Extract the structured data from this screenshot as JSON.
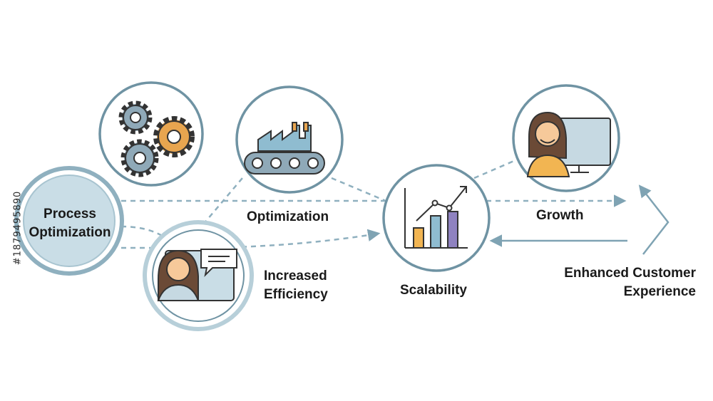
{
  "nodes": {
    "process_optimization": [
      "Process",
      "Optimization"
    ],
    "optimization": "Optimization",
    "increased_efficiency": [
      "Increased",
      "Efficiency"
    ],
    "scalability": "Scalability",
    "growth": "Growth",
    "enhanced_customer_experience": [
      "Enhanced Customer",
      "Experience"
    ]
  },
  "watermark_id": "#1879495890",
  "colors": {
    "ring": "#6f93a3",
    "ring_light": "#b7cfd9",
    "center_fill": "#c9dde6",
    "dash": "#8fb0bf",
    "gear_blue": "#8fa9b8",
    "gear_orange": "#e8a54f",
    "bar_orange": "#f2b552",
    "bar_blue": "#8fbcd0",
    "bar_purple": "#8f82c0",
    "outline": "#333333"
  }
}
